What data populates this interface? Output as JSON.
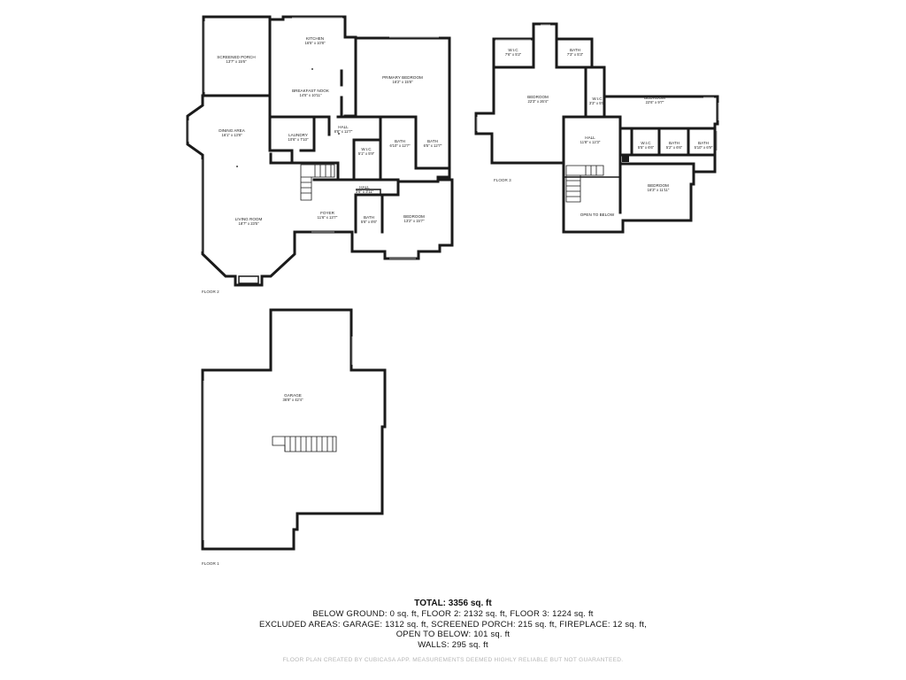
{
  "floor2": {
    "label": "FLOOR 2",
    "rooms": {
      "screened_porch": {
        "name": "SCREENED PORCH",
        "dim": "13'7\" x 15'6\""
      },
      "kitchen": {
        "name": "KITCHEN",
        "dim": "16'5\" x 10'8\""
      },
      "breakfast_nook": {
        "name": "BREAKFAST NOOK",
        "dim": "14'5\" x 10'11\""
      },
      "primary_bedroom": {
        "name": "PRIMARY BEDROOM",
        "dim": "16'2\" x 15'8\""
      },
      "dining_area": {
        "name": "DINING AREA",
        "dim": "16'1\" x 13'8\""
      },
      "laundry": {
        "name": "LAUNDRY",
        "dim": "10'6\" x 7'10\""
      },
      "hall_upper": {
        "name": "HALL",
        "dim": "8'8\" x 12'7\""
      },
      "wic": {
        "name": "W.I.C",
        "dim": "5'1\" x 5'9\""
      },
      "bath_a": {
        "name": "BATH",
        "dim": "6'10\" x 12'7\""
      },
      "bath_b": {
        "name": "BATH",
        "dim": "6'5\" x 12'7\""
      },
      "hall_lower": {
        "name": "HALL",
        "dim": "3'6\" x 3'11\""
      },
      "foyer": {
        "name": "FOYER",
        "dim": "11'6\" x 13'7\""
      },
      "living_room": {
        "name": "LIVING ROOM",
        "dim": "18'7\" x 23'5\""
      },
      "bath_c": {
        "name": "BATH",
        "dim": "5'6\" x 8'6\""
      },
      "bedroom": {
        "name": "BEDROOM",
        "dim": "13'2\" x 15'7\""
      }
    }
  },
  "floor3": {
    "label": "FLOOR 3",
    "rooms": {
      "wic_top": {
        "name": "W.I.C",
        "dim": "7'6\" x 5'2\""
      },
      "bath_top": {
        "name": "BATH",
        "dim": "7'3\" x 5'3\""
      },
      "bedroom_left": {
        "name": "BEDROOM",
        "dim": "22'3\" x 26'4\""
      },
      "bedroom_right": {
        "name": "BEDROOM",
        "dim": "22'6\" x 9'7\""
      },
      "wic_mid": {
        "name": "W.I.C",
        "dim": "3'3\" x 5'5\""
      },
      "hall": {
        "name": "HALL",
        "dim": "11'8\" x 12'3\""
      },
      "wic_low": {
        "name": "W.I.C",
        "dim": "5'5\" x 6'6\""
      },
      "bath_low_a": {
        "name": "BATH",
        "dim": "5'2\" x 6'6\""
      },
      "bath_low_b": {
        "name": "BATH",
        "dim": "5'10\" x 6'9\""
      },
      "bedroom_low": {
        "name": "BEDROOM",
        "dim": "16'3\" x 11'11\""
      },
      "open_below": {
        "name": "OPEN TO BELOW"
      }
    }
  },
  "floor1": {
    "label": "FLOOR 1",
    "rooms": {
      "garage": {
        "name": "GARAGE",
        "dim": "36'8\" x 42'4\""
      }
    }
  },
  "summary": {
    "total": "TOTAL: 3356 sq. ft",
    "line1": "BELOW GROUND: 0 sq. ft, FLOOR 2: 2132 sq. ft, FLOOR 3: 1224 sq. ft",
    "line2": "EXCLUDED AREAS: GARAGE: 1312 sq. ft, SCREENED PORCH: 215 sq. ft, FIREPLACE: 12 sq. ft,",
    "line3": "OPEN TO BELOW: 101 sq. ft",
    "line4": "WALLS: 295 sq. ft"
  },
  "disclaimer": "FLOOR PLAN CREATED BY CUBICASA APP. MEASUREMENTS DEEMED HIGHLY RELIABLE BUT NOT GUARANTEED."
}
